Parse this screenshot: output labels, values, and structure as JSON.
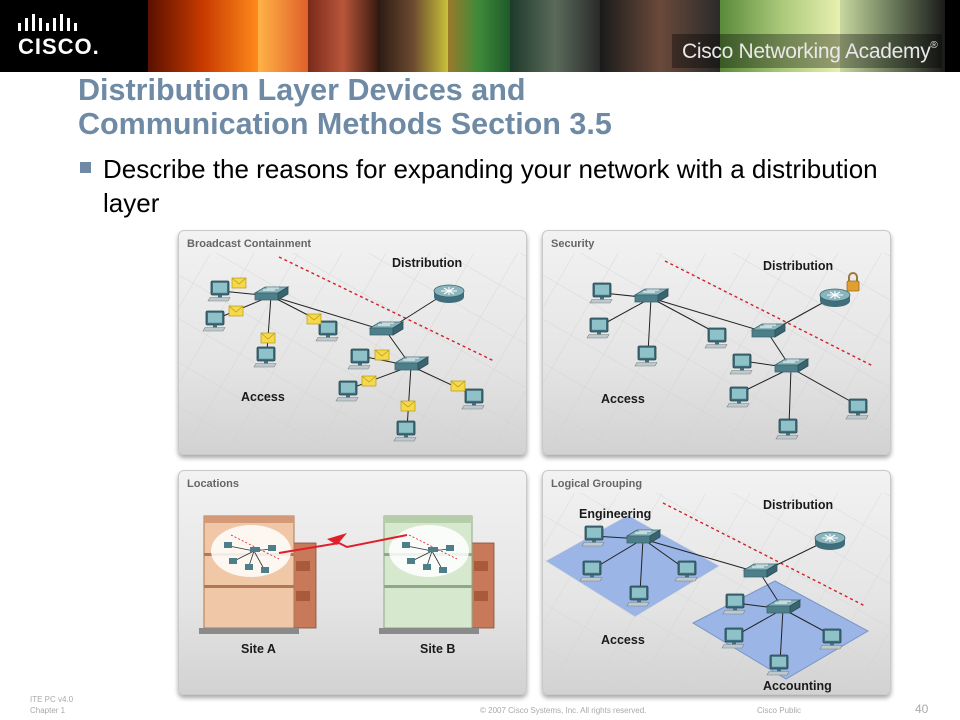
{
  "header": {
    "logo_text": "CISCO.",
    "academy_text": "Cisco Networking Academy",
    "academy_mark": "®"
  },
  "slide": {
    "title_line1": "Distribution Layer Devices and",
    "title_line2": "Communication Methods Section 3.5",
    "bullet": "Describe the reasons for expanding your network with a distribution layer"
  },
  "panels": {
    "broadcast": {
      "title": "Broadcast Containment",
      "distribution": "Distribution",
      "access": "Access"
    },
    "security": {
      "title": "Security",
      "distribution": "Distribution",
      "access": "Access"
    },
    "locations": {
      "title": "Locations",
      "site_a": "Site A",
      "site_b": "Site B"
    },
    "logical": {
      "title": "Logical Grouping",
      "engineering": "Engineering",
      "distribution": "Distribution",
      "access": "Access",
      "accounting": "Accounting"
    }
  },
  "footer": {
    "course": "ITE PC v4.0",
    "chapter": "Chapter 1",
    "copyright": "© 2007 Cisco Systems, Inc. All rights reserved.",
    "classification": "Cisco Public",
    "page_number": "40"
  },
  "colors": {
    "title": "#6f8aa5",
    "divider_line": "#d0202a",
    "floor_tile": "#9ab5e6",
    "device": "#5b8a96"
  }
}
